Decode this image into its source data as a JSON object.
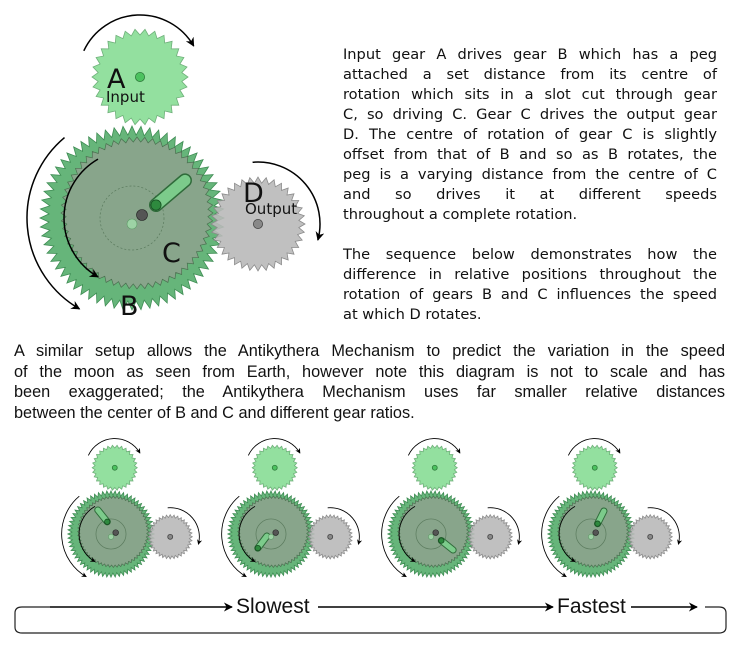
{
  "main_diagram": {
    "labels": {
      "a": "A",
      "a_sub": "Input",
      "b": "B",
      "c": "C",
      "d": "D",
      "d_sub": "Output"
    }
  },
  "description": {
    "paragraph1_lines": [
      "Input gear A drives gear B which has a peg",
      "attached a set distance from its centre of",
      "rotation which sits in a slot cut through gear",
      "C, so driving C. Gear C drives the output gear",
      "D. The centre of rotation of gear C is slightly",
      "offset from that of B and so as B rotates, the",
      "peg is a varying distance from the centre of C",
      "and so drives it at different speeds",
      "throughout a complete rotation."
    ],
    "paragraph2_lines": [
      "The sequence below demonstrates how the",
      "difference in relative positions throughout the",
      "rotation of gears B and C influences the speed",
      "at which D rotates."
    ],
    "paragraph3_lines": [
      "A similar setup allows the Antikythera Mechanism to predict the variation in the speed",
      "of the moon as seen from Earth, however note this diagram is not to scale and has",
      "been exaggerated; the Antikythera Mechanism uses far smaller relative distances",
      "between the center of B and C and different gear ratios."
    ]
  },
  "sequence": {
    "slowest_label": "Slowest",
    "fastest_label": "Fastest",
    "frames": 4
  },
  "colors": {
    "gear_a": "#93e09f",
    "gear_b": "#66b57a",
    "gear_c": "#88a58b",
    "gear_d": "#b9b9b9"
  }
}
